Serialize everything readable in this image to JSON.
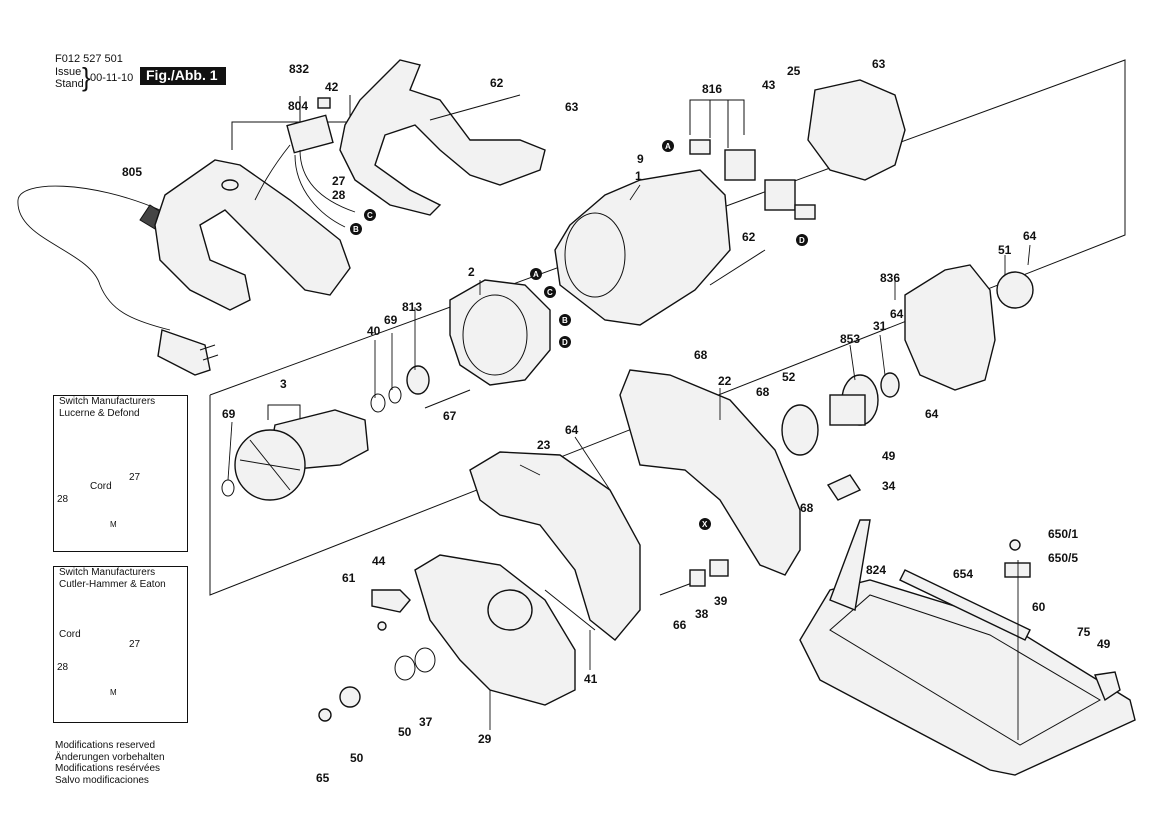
{
  "header": {
    "doc_code": "F012 527 501",
    "issue_label": "Issue",
    "stand_label": "Stand",
    "issue_date": "00-11-10",
    "fig_label": "Fig./Abb. 1"
  },
  "callouts": {
    "c832": "832",
    "c42": "42",
    "c804": "804",
    "c62a": "62",
    "c63a": "63",
    "c816": "816",
    "c43": "43",
    "c25": "25",
    "c63b": "63",
    "c805": "805",
    "c27": "27",
    "c28": "28",
    "c9": "9",
    "c1": "1",
    "c62b": "62",
    "c51": "51",
    "c64a": "64",
    "c836": "836",
    "c2": "2",
    "c813": "813",
    "c40": "40",
    "c69a": "69",
    "c67": "67",
    "c3": "3",
    "c69b": "69",
    "c68a": "68",
    "c22": "22",
    "c68b": "68",
    "c52": "52",
    "c853": "853",
    "c31": "31",
    "c64b": "64",
    "c64c": "64",
    "c23": "23",
    "c64d": "64",
    "c49a": "49",
    "c34": "34",
    "c68c": "68",
    "c650_1": "650/1",
    "c650_5": "650/5",
    "c44": "44",
    "c61": "61",
    "c824": "824",
    "c654": "654",
    "c66": "66",
    "c38": "38",
    "c39": "39",
    "c41": "41",
    "c60": "60",
    "c75": "75",
    "c49b": "49",
    "c50a": "50",
    "c37": "37",
    "c29": "29",
    "c65": "65",
    "c50b": "50"
  },
  "markers": {
    "A": "A",
    "B": "B",
    "C": "C",
    "D": "D",
    "X": "X"
  },
  "schematic1": {
    "title_line1": "Switch Manufacturers",
    "title_line2": "Lucerne & Defond",
    "cord": "Cord",
    "n27": "27",
    "n28": "28",
    "motor": "M"
  },
  "schematic2": {
    "title_line1": "Switch Manufacturers",
    "title_line2": "Cutler-Hammer & Eaton",
    "cord": "Cord",
    "n27": "27",
    "n28": "28",
    "motor": "M"
  },
  "footer": {
    "line1": "Modifications reserved",
    "line2": "Änderungen vorbehalten",
    "line3": "Modifications resérvées",
    "line4": "Salvo modificaciones"
  }
}
